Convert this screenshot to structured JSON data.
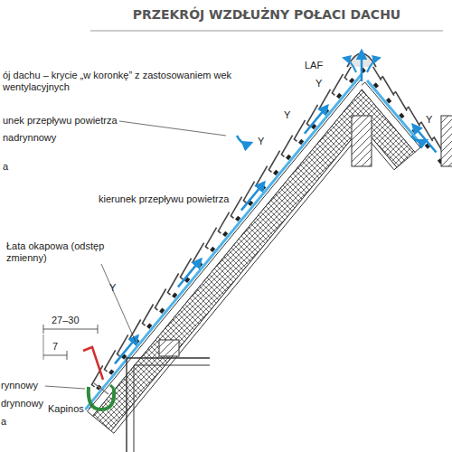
{
  "diagram": {
    "title": "PRZEKRÓJ WZDŁUŻNY POŁACI DACHU",
    "labels": [
      "ój dachu – krycie „w koronkę” z zastosowaniem wek wentylacyjnych",
      "LAF",
      "Y",
      "Y",
      "Y",
      "Y",
      "Y",
      "unek przepływu powietrza",
      "nadrynnowy",
      "a",
      "kierunek przepływu powietrza",
      "Łata okapowa (odstęp zmienny)",
      "27–30",
      "7",
      "rynnowy",
      "drynnowy",
      "Kapinos",
      "a"
    ]
  }
}
